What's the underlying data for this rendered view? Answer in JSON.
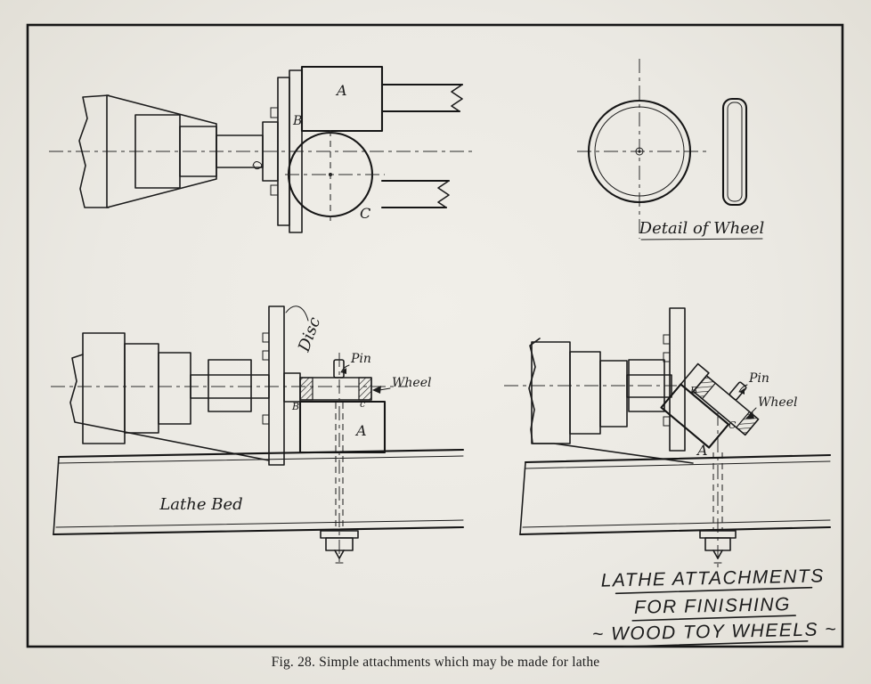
{
  "page": {
    "background": "#ebe9e3",
    "ink": "#1c1c1c",
    "caption": "Fig. 28.  Simple attachments which may be made for lathe"
  },
  "plan_view": {
    "label_a": "A",
    "label_b": "B",
    "label_c": "C"
  },
  "wheel_detail": {
    "caption": "Detail of Wheel"
  },
  "front_elevation": {
    "disc_label": "Disc",
    "pin_label": "Pin",
    "wheel_label": "Wheel",
    "label_b": "B",
    "label_c": "c",
    "label_a": "A",
    "bed_label": "Lathe Bed"
  },
  "angled_elevation": {
    "pin_label": "Pin",
    "wheel_label": "Wheel",
    "label_b": "B",
    "label_c": "C",
    "label_a": "A"
  },
  "title_block": {
    "line1": "LATHE ATTACHMENTS",
    "line2": "FOR FINISHING",
    "line3": "~ WOOD TOY WHEELS ~"
  }
}
